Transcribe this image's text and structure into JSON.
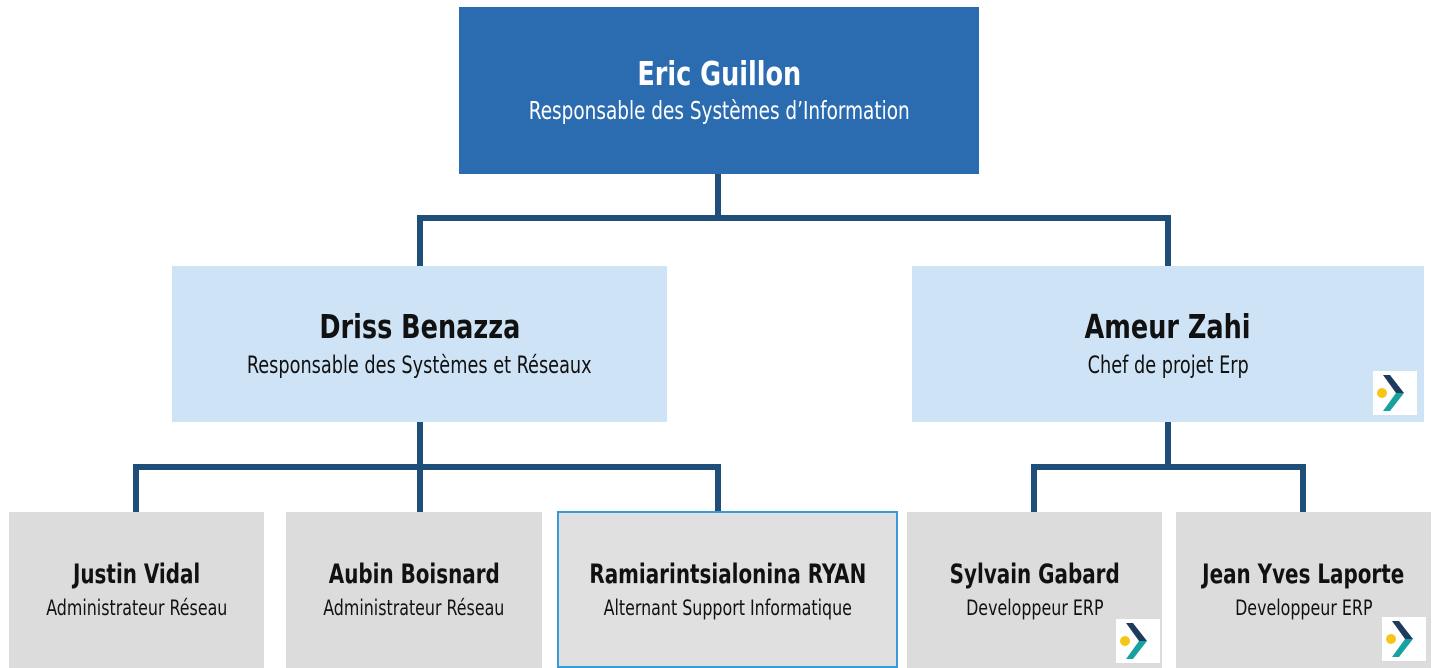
{
  "colors": {
    "connector": "#1f4e79",
    "top_box": "#2b6cb0",
    "middle_box": "#cfe3f6",
    "bottom_box": "#dcdcdc",
    "highlight_border": "#3a9ad9",
    "logo_yellow": "#f5c518",
    "logo_teal": "#17a2a0",
    "logo_navy": "#1f3a5f"
  },
  "top": {
    "name": "Eric Guillon",
    "role": "Responsable des Systèmes d’Information"
  },
  "managers": [
    {
      "name": "Driss Benazza",
      "role": "Responsable des Systèmes et Réseaux"
    },
    {
      "name": "Ameur Zahi",
      "role": "Chef de projet Erp"
    }
  ],
  "staff": [
    {
      "name": "Justin Vidal",
      "role": "Administrateur Réseau"
    },
    {
      "name": "Aubin Boisnard",
      "role": "Administrateur Réseau"
    },
    {
      "name": "Ramiarintsialonina RYAN",
      "role": "Alternant Support Informatique"
    },
    {
      "name": "Sylvain Gabard",
      "role": "Developpeur ERP"
    },
    {
      "name": "Jean Yves Laporte",
      "role": "Developpeur ERP"
    }
  ],
  "icons": {
    "badge": "arrow-chevron-logo-icon"
  }
}
